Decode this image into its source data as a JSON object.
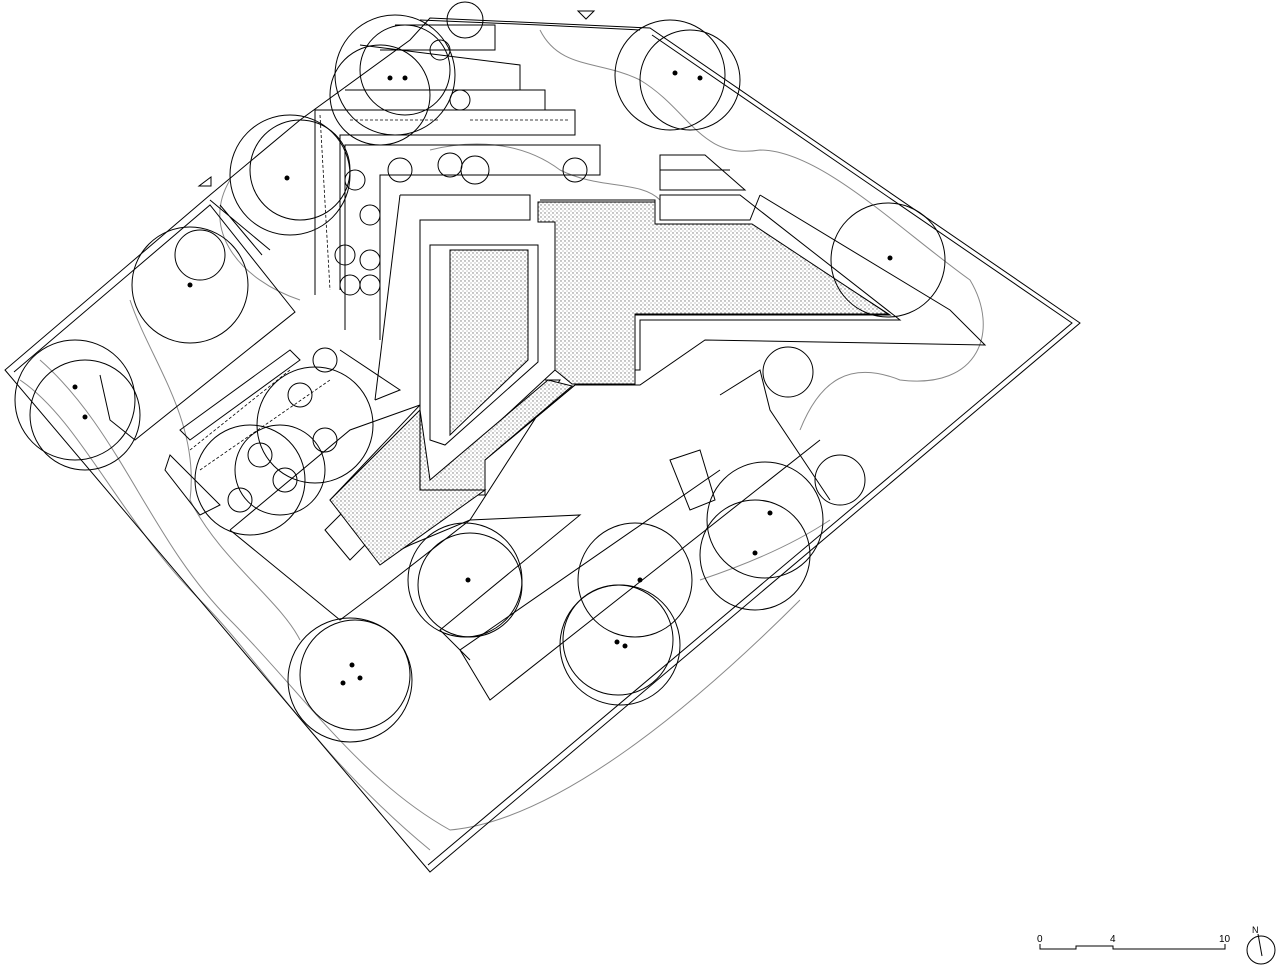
{
  "drawing": {
    "type": "site plan",
    "line_color": "#000000",
    "contour_color": "#808080",
    "gravel_color": "#9a9a9a"
  },
  "scale_bar": {
    "labels": [
      "0",
      "4",
      "10"
    ]
  },
  "north_arrow": {
    "label": "N"
  },
  "entry_markers": [
    "triangle-top",
    "triangle-left"
  ]
}
